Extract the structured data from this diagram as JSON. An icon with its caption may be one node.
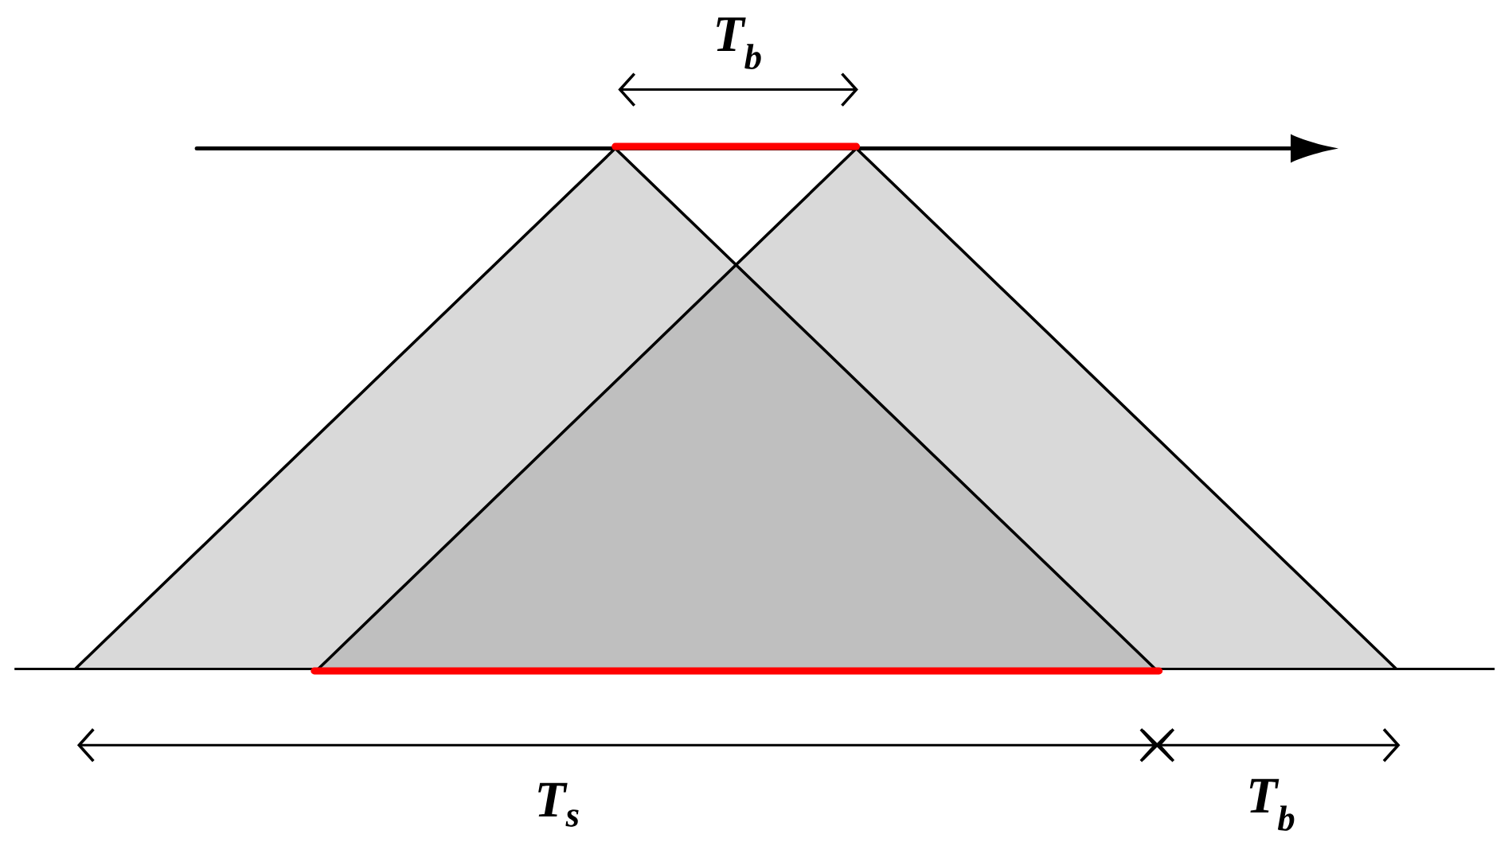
{
  "diagram": {
    "labels": [
      "T$_{b}$",
      "T$_{s}$",
      "T$_{b}$"
    ]
  }
}
